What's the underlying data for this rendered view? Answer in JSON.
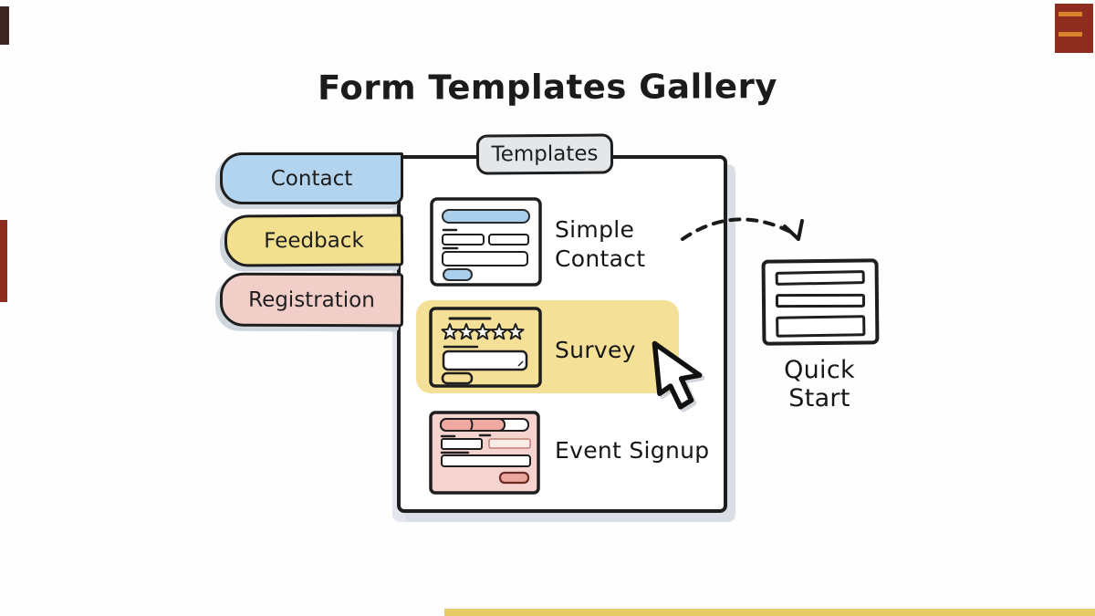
{
  "title": "Form Templates Gallery",
  "panel": {
    "tab_label": "Templates"
  },
  "category_tabs": [
    {
      "label": "Contact",
      "color": "#b3d4ee"
    },
    {
      "label": "Feedback",
      "color": "#f3e08f"
    },
    {
      "label": "Registration",
      "color": "#f2cec9"
    }
  ],
  "templates": [
    {
      "name": "Simple Contact",
      "highlighted": false
    },
    {
      "name": "Survey",
      "highlighted": true
    },
    {
      "name": "Event Signup",
      "highlighted": false
    }
  ],
  "quick_start": {
    "label": "Quick Start"
  },
  "colors": {
    "outline": "#1e1e1e",
    "survey_highlight": "#f4e096",
    "templates_tab_bg": "#e3e7ea",
    "thumb_blue": "#a9cfec",
    "thumb_pink": "#f5d3cf",
    "thumb_pink_dark": "#efa9a1",
    "shadow": "#dadfe6"
  }
}
